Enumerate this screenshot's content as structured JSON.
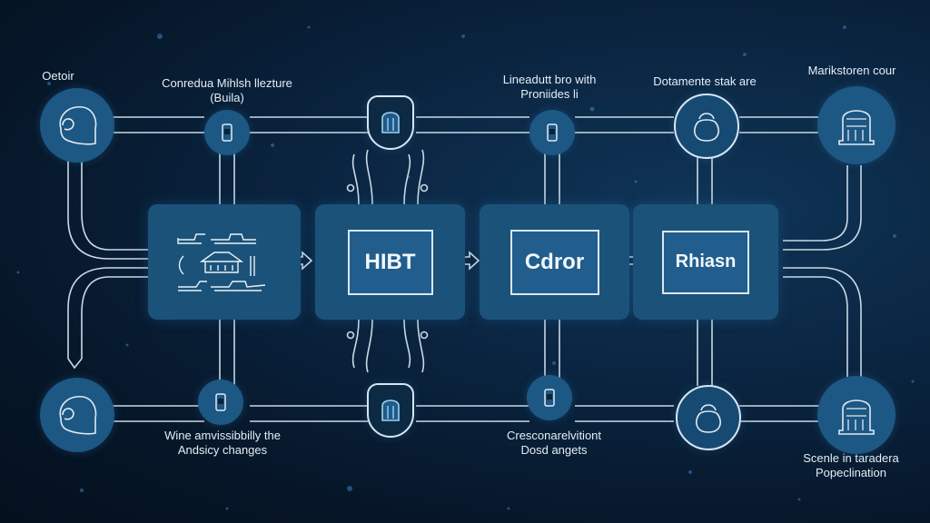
{
  "diagram": {
    "top_labels": [
      {
        "id": "top-1",
        "lines": [
          "Oetoir"
        ]
      },
      {
        "id": "top-2",
        "lines": [
          "Conredua Mihlsh llezture",
          "(Buila)"
        ]
      },
      {
        "id": "top-3",
        "lines": [
          "Lineadutt bro with",
          "Proniides li"
        ]
      },
      {
        "id": "top-4",
        "lines": [
          "Dotamente stak are"
        ]
      },
      {
        "id": "top-5",
        "lines": [
          "Marikstoren cour"
        ]
      }
    ],
    "bottom_labels": [
      {
        "id": "bottom-1",
        "lines": [
          "Wine amvissibbilly the",
          "Andsicy changes"
        ]
      },
      {
        "id": "bottom-2",
        "lines": [
          "Cresconarelvitiont",
          "Dosd angets"
        ]
      },
      {
        "id": "bottom-3",
        "lines": [
          "Scenle in taradera",
          "Popeclination"
        ]
      }
    ],
    "center_boxes": [
      {
        "id": "box-sketch",
        "label": ""
      },
      {
        "id": "box-hibt",
        "label": "HIBT"
      },
      {
        "id": "box-cdror",
        "label": "Cdror"
      },
      {
        "id": "box-rhiasn",
        "label": "Rhiasn"
      }
    ],
    "icons": {
      "top_row": [
        "head-profile-icon",
        "phone-icon",
        "shield-lock-icon",
        "phone-icon",
        "money-bag-icon",
        "building-icon"
      ],
      "bottom_row": [
        "head-profile-icon",
        "phone-icon",
        "shield-lock-icon",
        "phone-icon",
        "money-bag-icon",
        "building-icon"
      ]
    },
    "colors": {
      "background": "#061628",
      "node_fill": "#1d5784",
      "panel_fill": "#1b5279",
      "line_color": "#c9d9e6",
      "text": "#e4eef7"
    }
  }
}
